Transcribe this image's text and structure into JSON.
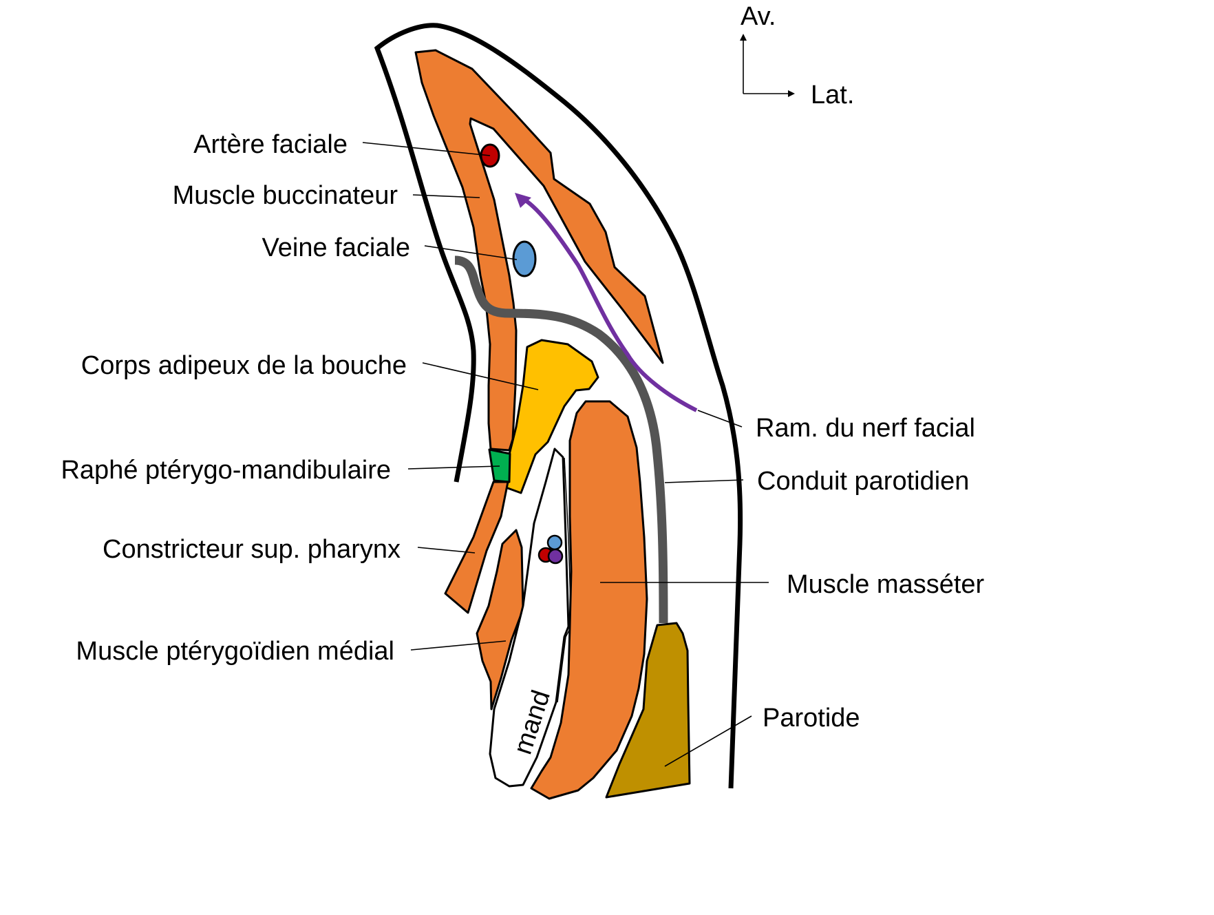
{
  "figure": {
    "type": "anatomical cross-section",
    "colors": {
      "muscle": "#ED7D31",
      "fat": "#FFC000",
      "raphe": "#00B050",
      "parotid": "#BF9000",
      "duct": "#545454",
      "nerve": "#7030A0",
      "artery": "#C00000",
      "vein": "#5B9BD5",
      "outline": "#000000"
    }
  },
  "orientation": {
    "anterior_label": "Av.",
    "lateral_label": "Lat."
  },
  "structure_text": {
    "mandible": "mand"
  },
  "labels": {
    "left": [
      {
        "id": "arteria-facialis",
        "text": "Artère faciale"
      },
      {
        "id": "buccinator",
        "text": "Muscle buccinateur"
      },
      {
        "id": "vena-facialis",
        "text": "Veine faciale"
      },
      {
        "id": "buccal-fat-pad",
        "text": "Corps adipeux de la bouche"
      },
      {
        "id": "pterygomandibular-raphe",
        "text": "Raphé ptérygo-mandibulaire"
      },
      {
        "id": "superior-constrictor",
        "text": "Constricteur sup. pharynx"
      },
      {
        "id": "medial-pterygoid",
        "text": "Muscle ptérygoïdien médial"
      }
    ],
    "right": [
      {
        "id": "facial-nerve-branch",
        "text": "Ram. du nerf facial"
      },
      {
        "id": "parotid-duct",
        "text": "Conduit parotidien"
      },
      {
        "id": "masseter",
        "text": "Muscle masséter"
      },
      {
        "id": "parotid",
        "text": "Parotide"
      }
    ]
  }
}
